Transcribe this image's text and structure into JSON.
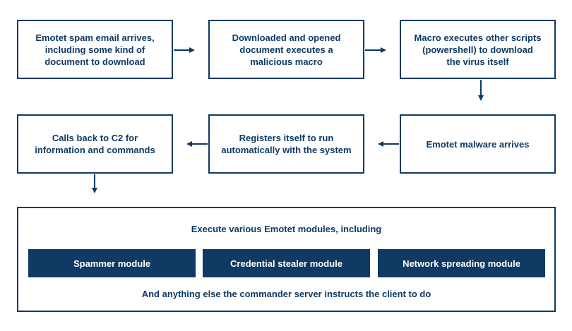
{
  "steps": [
    {
      "label": "Emotet spam email arrives,\nincluding some kind of\ndocument to download"
    },
    {
      "label": "Downloaded and opened\ndocument executes a\nmalicious macro"
    },
    {
      "label": "Macro executes other scripts\n(powershell) to download\nthe virus itself"
    },
    {
      "label": "Emotet malware arrives"
    },
    {
      "label": "Registers itself to run\nautomatically with the system"
    },
    {
      "label": "Calls back to C2 for\ninformation and commands"
    }
  ],
  "modules_box": {
    "title": "Execute various Emotet modules, including",
    "modules": [
      {
        "label": "Spammer module"
      },
      {
        "label": "Credential stealer module"
      },
      {
        "label": "Network spreading module"
      }
    ],
    "footer": "And anything else the commander server instructs the client to do"
  },
  "colors": {
    "primary": "#0e3a64",
    "background": "#ffffff",
    "module_text": "#ffffff"
  }
}
